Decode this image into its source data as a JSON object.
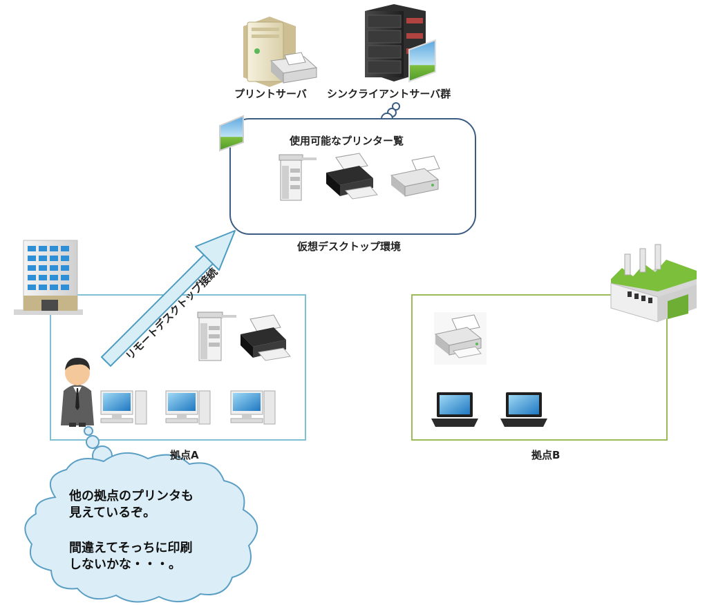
{
  "labels": {
    "print_server": "プリントサーバ",
    "thin_client_servers": "シンクライアントサーバ群",
    "printer_list_title": "使用可能なプリンター覧",
    "virtual_desktop": "仮想デスクトップ環境",
    "remote_connection": "リモートデスクトップ接続",
    "site_a": "拠点A",
    "site_b": "拠点B"
  },
  "thought_bubble": {
    "line1": "他の拠点のプリンタも",
    "line2": "見えているぞ。",
    "line3": "間違えてそっちに印刷",
    "line4": "しないかな・・・。"
  },
  "colors": {
    "site_a_border": "#7fbfd3",
    "site_b_border": "#9bbb59",
    "vdi_border": "#3a5b82",
    "arrow_fill": "#d8eef6",
    "arrow_stroke": "#4c9bc2",
    "cloud_fill": "#dbeef7",
    "cloud_stroke": "#5b9fc4"
  }
}
